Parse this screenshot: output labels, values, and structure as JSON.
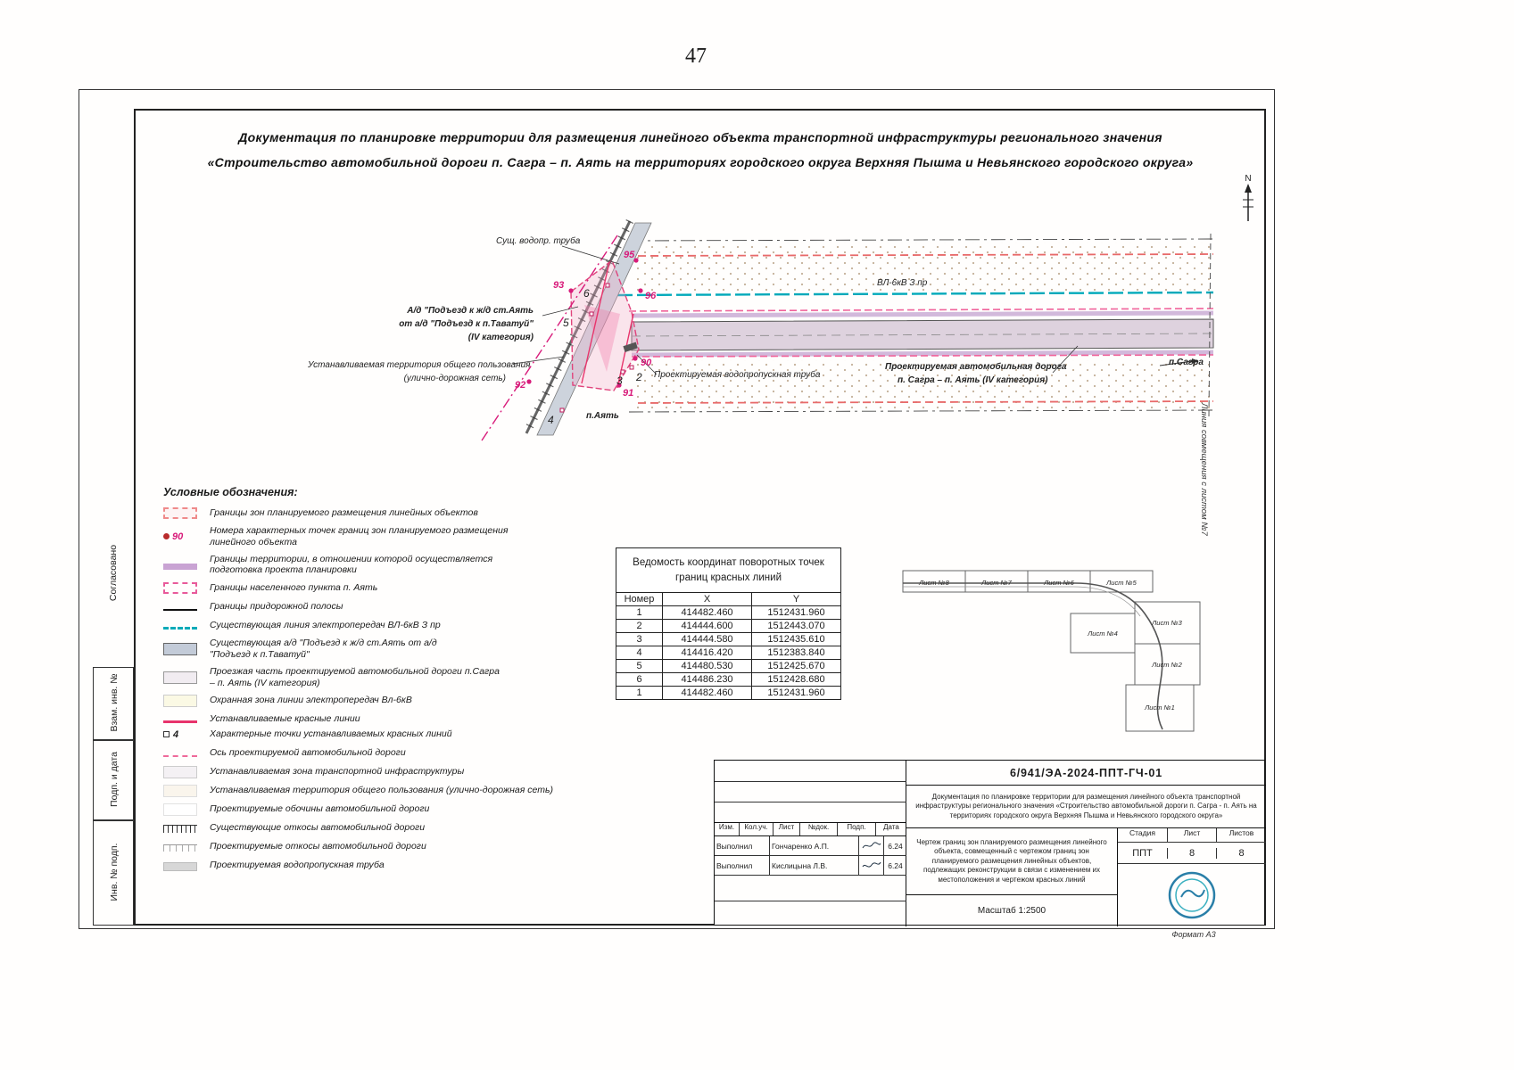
{
  "page": {
    "number": "47",
    "format_note": "Формат А3"
  },
  "doc_title": {
    "line1": "Документация по планировке территории для размещения линейного объекта транспортной инфраструктуры регионального значения",
    "line2": "«Строительство автомобильной дороги п. Сагра – п. Аять на территориях городского округа Верхняя Пышма и Невьянского городского округа»"
  },
  "side_panel": {
    "soglasovano": "Согласовано",
    "vzam_inv": "Взам. инв. №",
    "podp_data": "Подп. и дата",
    "inv_podp": "Инв. № подп."
  },
  "compass": {
    "north": "N"
  },
  "map": {
    "labels": {
      "water_pipe": "Сущ. водопр. труба",
      "power_line": "ВЛ-6кВ З пр",
      "existing_road_1": "А/д \"Подъезд к ж/д ст.Аять",
      "existing_road_2": "от а/д \"Подъезд к п.Таватуй\"",
      "existing_road_3": "(IV категория)",
      "common_territory_1": "Устанавливаемая территория общего пользования",
      "common_territory_2": "(улично-дорожная сеть)",
      "culvert": "Проектируемая водопропускная труба",
      "proj_road_1": "Проектируемая автомобильная дорога",
      "proj_road_2": "п. Сагра – п. Аять (IV категория)",
      "sagra": "п.Сагра",
      "ayat": "п.Аять",
      "match_line": "Линия совмещения с листом №7"
    },
    "pts": {
      "p90": "90",
      "p91": "91",
      "p92": "92",
      "p93": "93",
      "p95": "95",
      "p96": "96"
    },
    "red_pts": {
      "r2": "2",
      "r3": "3",
      "r4": "4",
      "r5": "5",
      "r6": "6"
    }
  },
  "legend": {
    "title": "Условные обозначения:",
    "point_number": "90",
    "square_number": "4",
    "items": [
      {
        "text": "Границы зон планируемого размещения линейных объектов"
      },
      {
        "text": "Номера характерных точек границ зон планируемого размещения линейного объекта"
      },
      {
        "text": "Границы территории, в отношении которой осуществляется подготовка проекта планировки"
      },
      {
        "text": "Границы населенного пункта п. Аять"
      },
      {
        "text": "Границы придорожной полосы"
      },
      {
        "text": "Существующая линия электропередач ВЛ-6кВ З пр"
      },
      {
        "text": "Существующая а/д \"Подъезд к ж/д ст.Аять от а/д \"Подъезд к п.Таватуй\""
      },
      {
        "text": "Проезжая часть проектируемой автомобильной дороги п.Сагра – п. Аять (IV категория)"
      },
      {
        "text": "Охранная зона линии электропередач Вл-6кВ"
      },
      {
        "text": "Устанавливаемые красные линии"
      },
      {
        "text": "Характерные точки устанавливаемых красных линий"
      },
      {
        "text": "Ось проектируемой автомобильной дороги"
      },
      {
        "text": "Устанавливаемая зона транспортной инфраструктуры"
      },
      {
        "text": "Устанавливаемая территория общего пользования (улично-дорожная сеть)"
      },
      {
        "text": "Проектируемые обочины автомобильной дороги"
      },
      {
        "text": "Существующие откосы автомобильной дороги"
      },
      {
        "text": "Проектируемые откосы автомобильной дороги"
      },
      {
        "text": "Проектируемая водопропускная труба"
      }
    ]
  },
  "coord_table": {
    "title_line1": "Ведомость координат поворотных точек",
    "title_line2": "границ красных линий",
    "headers": [
      "Номер",
      "X",
      "Y"
    ],
    "rows": [
      [
        "1",
        "414482.460",
        "1512431.960"
      ],
      [
        "2",
        "414444.600",
        "1512443.070"
      ],
      [
        "3",
        "414444.580",
        "1512435.610"
      ],
      [
        "4",
        "414416.420",
        "1512383.840"
      ],
      [
        "5",
        "414480.530",
        "1512425.670"
      ],
      [
        "6",
        "414486.230",
        "1512428.680"
      ],
      [
        "1",
        "414482.460",
        "1512431.960"
      ]
    ]
  },
  "sheet_index": {
    "sheets": [
      "Лист №8",
      "Лист №7",
      "Лист №6",
      "Лист №5",
      "Лист №4",
      "Лист №3",
      "Лист №2",
      "Лист №1"
    ]
  },
  "title_block": {
    "doc_number": "6/941/ЭА-2024-ППТ-ГЧ-01",
    "description": "Документация по планировке территории для размещения линейного объекта транспортной инфраструктуры регионального значения «Строительство автомобильной дороги п. Сагра - п. Аять на территориях городского округа Верхняя Пышма и Невьянского городского округа»",
    "columns": [
      "Изм.",
      "Кол.уч.",
      "Лист",
      "№док.",
      "Подп.",
      "Дата"
    ],
    "rows": [
      {
        "role": "Выполнил",
        "name": "Гончаренко А.П.",
        "date": "6.24"
      },
      {
        "role": "Выполнил",
        "name": "Кислицына Л.В.",
        "date": "6.24"
      }
    ],
    "drawing_title": "Чертеж границ зон планируемого размещения линейного объекта, совмещенный с чертежом границ зон планируемого размещения линейных объектов, подлежащих реконструкции в связи с изменением их местоположения и чертежом красных линий",
    "stage_label": "Стадия",
    "sheet_label": "Лист",
    "sheets_label": "Листов",
    "stage": "ППТ",
    "sheet": "8",
    "sheets": "8",
    "scale": "Масштаб 1:2500"
  }
}
